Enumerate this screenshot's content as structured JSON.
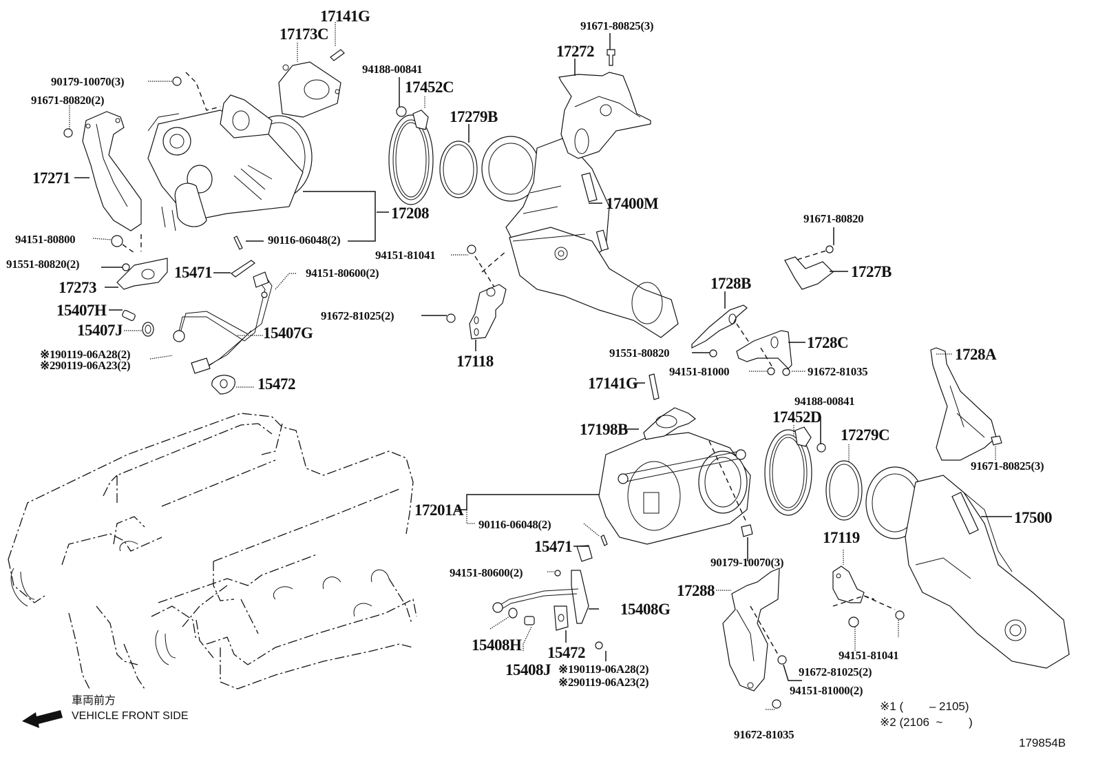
{
  "diagram": {
    "illustration_number": "179854B",
    "direction_indicator": {
      "label_jp": "車両前方",
      "label_en": "VEHICLE FRONT SIDE",
      "icon": "arrow-left-icon"
    },
    "footnotes": [
      {
        "mark": "※1",
        "range": "(        – 2105)"
      },
      {
        "mark": "※2",
        "range": "(2106  ~        )"
      }
    ],
    "parts": {
      "p17141G_top": "17141G",
      "p17173C": "17173C",
      "p90179_10070_top": "90179-10070(3)",
      "p91671_80820_2": "91671-80820(2)",
      "p17271": "17271",
      "p94151_80800": "94151-80800",
      "p91551_80820_2": "91551-80820(2)",
      "p17273": "17273",
      "p15407H": "15407H",
      "p15407J": "15407J",
      "p90119_06A28_top": "※190119-06A28(2)",
      "p90119_06A23_top": "※290119-06A23(2)",
      "p15472_top": "15472",
      "p15471_top": "15471",
      "p90116_06048_top": "90116-06048(2)",
      "p17208": "17208",
      "p94151_80600_top": "94151-80600(2)",
      "p15407G": "15407G",
      "p94188_00841_top": "94188-00841",
      "p17452C": "17452C",
      "p17279B": "17279B",
      "p17400M": "17400M",
      "p94151_81041_top": "94151-81041",
      "p91672_81025_top": "91672-81025(2)",
      "p17118": "17118",
      "p91671_80825_top": "91671-80825(3)",
      "p17272": "17272",
      "p91671_80820": "91671-80820",
      "p1727B": "1727B",
      "p1728B": "1728B",
      "p1728C": "1728C",
      "p91551_80820": "91551-80820",
      "p94151_81000": "94151-81000",
      "p91672_81035_top": "91672-81035",
      "p1728A": "1728A",
      "p17141G_mid": "17141G",
      "p17198B": "17198B",
      "p94188_00841_mid": "94188-00841",
      "p17452D": "17452D",
      "p17279C": "17279C",
      "p91671_80825_mid": "91671-80825(3)",
      "p17201A": "17201A",
      "p90116_06048_mid": "90116-06048(2)",
      "p15471_mid": "15471",
      "p94151_80600_mid": "94151-80600(2)",
      "p15408G": "15408G",
      "p15408H": "15408H",
      "p15472_mid": "15472",
      "p15408J": "15408J",
      "p90119_06A28_mid": "※190119-06A28(2)",
      "p90119_06A23_mid": "※290119-06A23(2)",
      "p90179_10070_mid": "90179-10070(3)",
      "p17500": "17500",
      "p17119": "17119",
      "p17288": "17288",
      "p94151_81041_mid": "94151-81041",
      "p91672_81025_mid": "91672-81025(2)",
      "p94151_81000_2": "94151-81000(2)",
      "p91672_81035_bot": "91672-81035"
    }
  }
}
